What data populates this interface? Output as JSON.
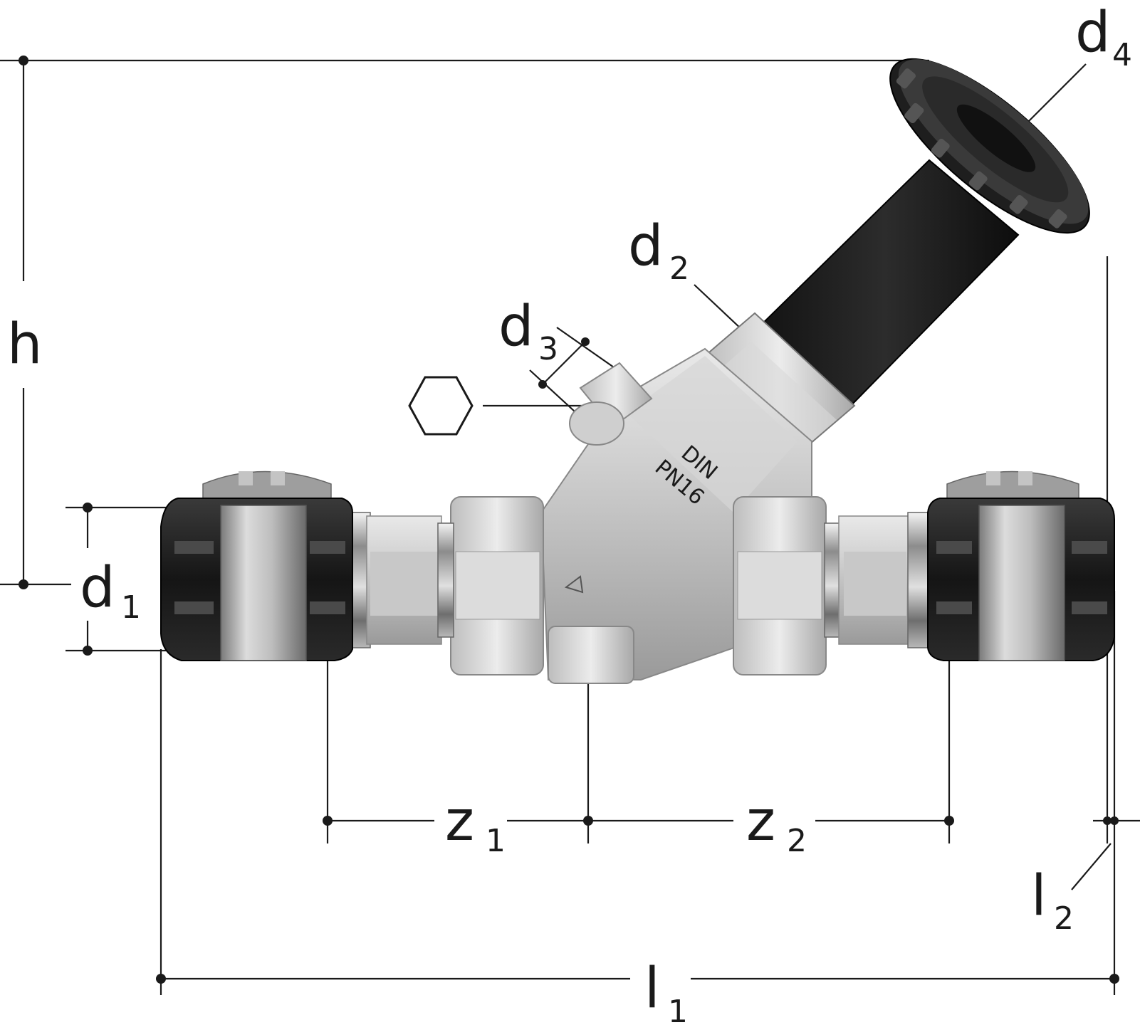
{
  "labels": {
    "h": "h",
    "d1": {
      "base": "d",
      "sub": "1"
    },
    "d2": {
      "base": "d",
      "sub": "2"
    },
    "d3": {
      "base": "d",
      "sub": "3"
    },
    "d4": {
      "base": "d",
      "sub": "4"
    },
    "z1": {
      "base": "z",
      "sub": "1"
    },
    "z2": {
      "base": "z",
      "sub": "2"
    },
    "l1": {
      "base": "l",
      "sub": "1"
    },
    "l2": {
      "base": "l",
      "sub": "2"
    }
  },
  "valve_markings": {
    "line1": "DIN",
    "line2": "PN16"
  },
  "icons": {
    "wrench_size": "hexagon-icon"
  }
}
